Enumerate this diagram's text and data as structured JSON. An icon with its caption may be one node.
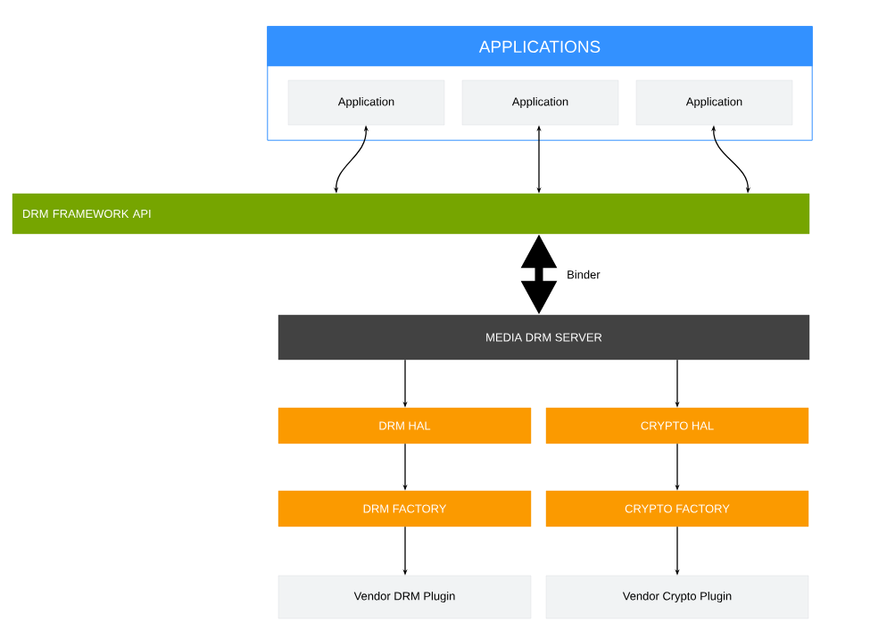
{
  "diagram": {
    "nodes": [
      {
        "text": [
          "APPLICATIONS"
        ]
      },
      {
        "text": [
          "Application"
        ],
        "in": 0
      },
      {
        "text": [
          "Application"
        ],
        "in": 0
      },
      {
        "text": [
          "Application"
        ],
        "in": 0
      },
      {
        "text": [
          "DRM FRAMEWORK API"
        ]
      },
      {
        "text": [
          "MEDIA DRM SERVER"
        ]
      },
      {
        "text": [
          "DRM HAL"
        ]
      },
      {
        "text": [
          "CRYPTO HAL"
        ]
      },
      {
        "text": [
          "DRM FACTORY"
        ]
      },
      {
        "text": [
          "CRYPTO FACTORY"
        ]
      },
      {
        "text": [
          "Vendor DRM Plugin"
        ]
      },
      {
        "text": [
          "Vendor Crypto Plugin"
        ]
      }
    ],
    "edges": [
      {
        "from": 1,
        "to": 4,
        "arrow": "both"
      },
      {
        "from": 2,
        "to": 4,
        "arrow": "both"
      },
      {
        "from": 3,
        "to": 4,
        "arrow": "both"
      },
      {
        "from": 4,
        "to": 5,
        "arrow": "both",
        "label": "Binder",
        "style": "thick"
      },
      {
        "from": 5,
        "to": 6,
        "arrow": "to"
      },
      {
        "from": 5,
        "to": 7,
        "arrow": "to"
      },
      {
        "from": 6,
        "to": 8,
        "arrow": "to"
      },
      {
        "from": 7,
        "to": 9,
        "arrow": "to"
      },
      {
        "from": 8,
        "to": 10,
        "arrow": "to"
      },
      {
        "from": 9,
        "to": 11,
        "arrow": "to"
      }
    ]
  }
}
